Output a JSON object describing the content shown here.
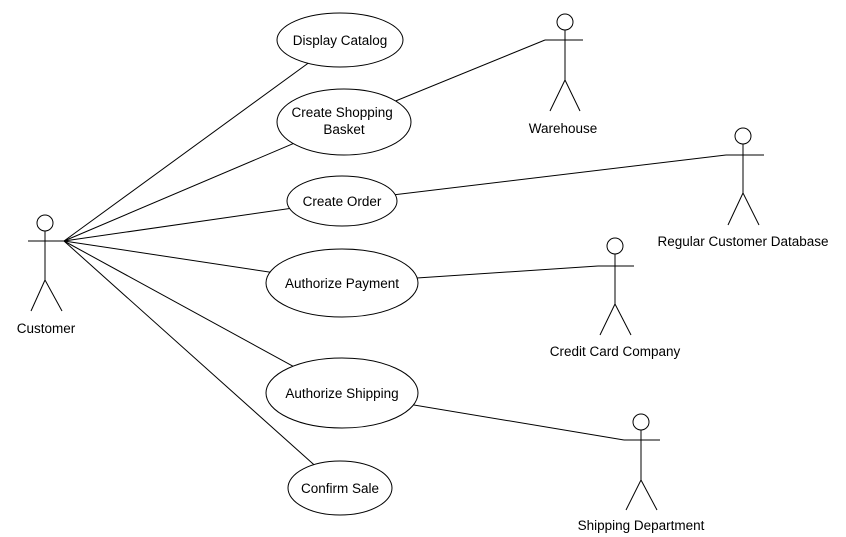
{
  "actors": {
    "customer": {
      "label": "Customer"
    },
    "warehouse": {
      "label": "Warehouse"
    },
    "regular_db": {
      "label": "Regular Customer Database"
    },
    "credit_card": {
      "label": "Credit Card Company"
    },
    "shipping": {
      "label": "Shipping Department"
    }
  },
  "use_cases": {
    "display_catalog": {
      "lines": [
        "Display Catalog"
      ]
    },
    "create_basket": {
      "lines": [
        "Create Shopping",
        "Basket"
      ]
    },
    "create_order": {
      "lines": [
        "Create Order"
      ]
    },
    "authorize_payment": {
      "lines": [
        "Authorize Payment"
      ]
    },
    "authorize_shipping": {
      "lines": [
        "Authorize Shipping"
      ]
    },
    "confirm_sale": {
      "lines": [
        "Confirm Sale"
      ]
    }
  },
  "associations": [
    [
      "customer",
      "display_catalog"
    ],
    [
      "customer",
      "create_basket"
    ],
    [
      "customer",
      "create_order"
    ],
    [
      "customer",
      "authorize_payment"
    ],
    [
      "customer",
      "authorize_shipping"
    ],
    [
      "customer",
      "confirm_sale"
    ],
    [
      "create_basket",
      "warehouse"
    ],
    [
      "create_order",
      "regular_db"
    ],
    [
      "authorize_payment",
      "credit_card"
    ],
    [
      "authorize_shipping",
      "shipping"
    ]
  ]
}
